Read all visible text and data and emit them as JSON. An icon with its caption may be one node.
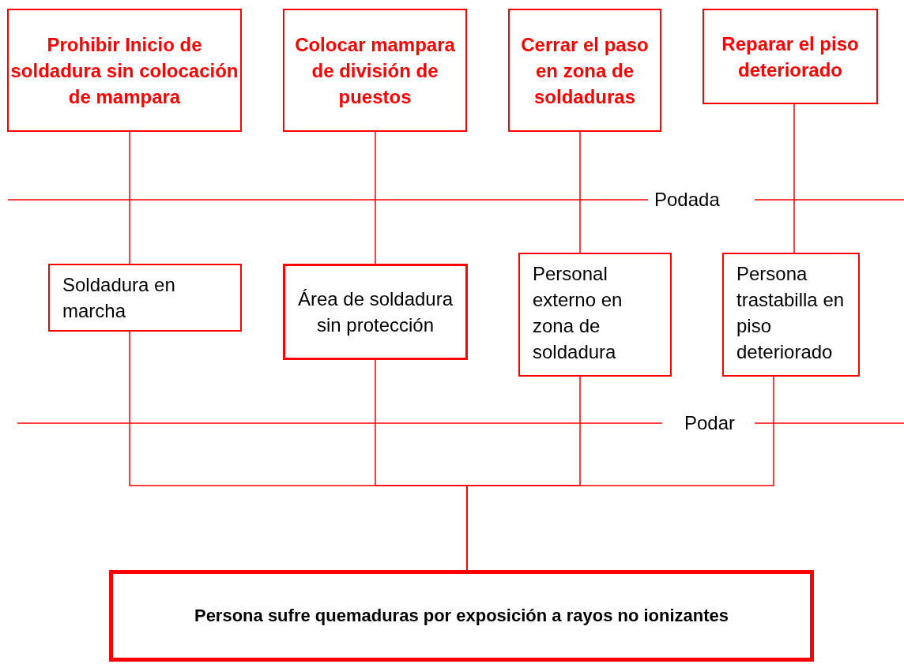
{
  "diagram": {
    "nodes": [
      {
        "text": [
          "Prohibir Inicio de soldadura sin colocación de mampara"
        ]
      },
      {
        "text": [
          "Colocar mampara de división de puestos"
        ]
      },
      {
        "text": [
          "Cerrar el paso en zona de soldaduras"
        ]
      },
      {
        "text": [
          "Reparar el piso deteriorado"
        ]
      },
      {
        "text": [
          "Soldadura en marcha"
        ]
      },
      {
        "text": [
          "Área de soldadura sin protección"
        ]
      },
      {
        "text": [
          "Personal externo en zona de soldadura"
        ]
      },
      {
        "text": [
          "Persona trastabilla en piso deteriorado"
        ]
      },
      {
        "text": [
          "Persona sufre quemaduras por exposición a rayos no ionizantes"
        ]
      }
    ],
    "edges": [
      {
        "from": 0,
        "to": 4,
        "arrow": "none"
      },
      {
        "from": 1,
        "to": 5,
        "arrow": "none"
      },
      {
        "from": 2,
        "to": 6,
        "arrow": "none"
      },
      {
        "from": 3,
        "to": 7,
        "arrow": "none"
      },
      {
        "from": 4,
        "to": 8,
        "arrow": "none"
      },
      {
        "from": 5,
        "to": 8,
        "arrow": "none"
      },
      {
        "from": 6,
        "to": 8,
        "arrow": "none"
      },
      {
        "from": 7,
        "to": 8,
        "arrow": "none"
      }
    ],
    "labels": [
      "Podada",
      "Podar"
    ]
  }
}
